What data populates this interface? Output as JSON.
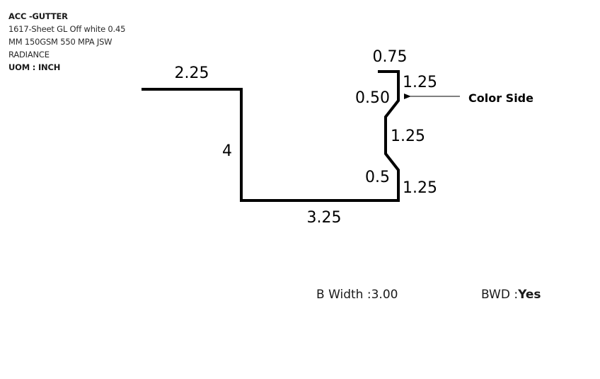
{
  "header": {
    "title": "ACC -GUTTER",
    "material_line1": "1617-Sheet GL Off white 0.45",
    "material_line2": "MM 150GSM 550 MPA JSW",
    "material_line3": "RADIANCE",
    "uom": "UOM : INCH"
  },
  "profile": {
    "dimensions": {
      "top_left_flange": "2.25",
      "left_wall": "4",
      "base": "3.25",
      "top_lip": "0.75",
      "upper_right_segment": "1.25",
      "upper_bend": "0.50",
      "middle_right_segment": "1.25",
      "lower_bend": "0.5",
      "lower_right_segment": "1.25"
    },
    "color_side_label": "Color Side"
  },
  "footer": {
    "b_width_label": "B Width :",
    "b_width_value": "3.00",
    "bwd_label": "BWD :",
    "bwd_value": "Yes"
  }
}
